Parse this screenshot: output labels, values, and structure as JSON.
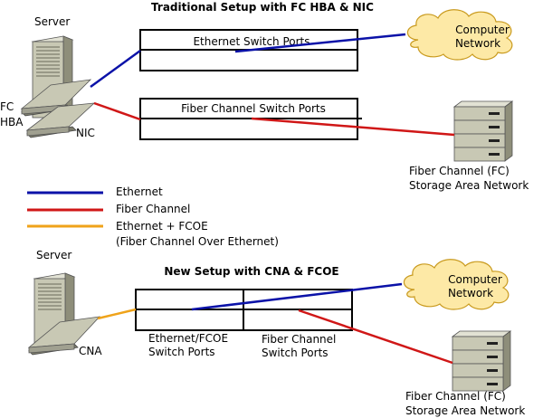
{
  "top": {
    "title": "Traditional Setup with FC HBA & NIC",
    "server_label": "Server",
    "fc_label": "FC",
    "hba_label": "HBA",
    "nic_label": "NIC",
    "eth_switch_label": "Ethernet Switch Ports",
    "fc_switch_label": "Fiber Channel Switch Ports",
    "network_label_1": "Computer",
    "network_label_2": "Network",
    "san_label_1": "Fiber Channel (FC)",
    "san_label_2": "Storage Area Network"
  },
  "legend": {
    "items": [
      {
        "label": "Ethernet",
        "color": "#0b12a8"
      },
      {
        "label": "Fiber Channel",
        "color": "#d01717"
      },
      {
        "label": "Ethernet + FCOE",
        "color": "#efa31a"
      }
    ],
    "fcoe_note": "(Fiber Channel Over Ethernet)"
  },
  "bottom": {
    "title": "New Setup with CNA & FCOE",
    "server_label": "Server",
    "cna_label": "CNA",
    "eth_fcoe_label_1": "Ethernet/FCOE",
    "eth_fcoe_label_2": "Switch Ports",
    "fc_ports_label_1": "Fiber Channel",
    "fc_ports_label_2": "Switch Ports",
    "network_label_1": "Computer",
    "network_label_2": "Network",
    "san_label_1": "Fiber Channel (FC)",
    "san_label_2": "Storage Area Network"
  },
  "colors": {
    "ethernet": "#0b12a8",
    "fiber": "#d01717",
    "fcoe": "#efa31a",
    "cloud": "#fde9a6",
    "cloud_stroke": "#c99a1e",
    "device": "#c8c8b4",
    "device_dark": "#8e8e7a"
  }
}
